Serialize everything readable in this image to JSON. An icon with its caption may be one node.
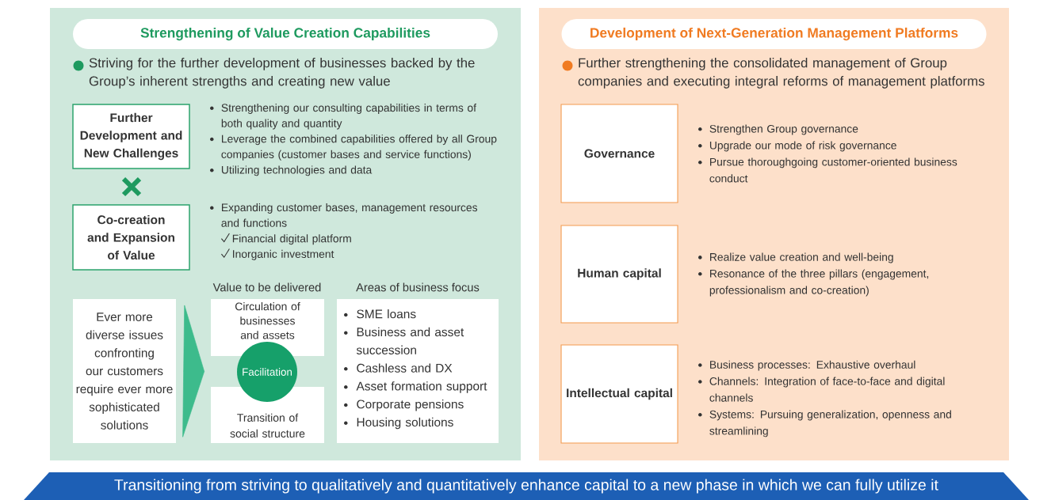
{
  "diagram": {
    "nodes": [
      {
        "text": [
          "Strengthening of Value Creation Capabilities",
          "Striving for the further development of businesses backed by the Group’s inherent strengths and creating new value"
        ]
      },
      {
        "text": [
          "Further Development and New Challenges"
        ],
        "in": 0,
        "beside": [
          "Strengthening our consulting capabilities in terms of both quality and quantity",
          "Leverage the combined capabilities offered by all Group companies (customer bases and service functions)",
          "Utilizing technologies and data"
        ]
      },
      {
        "text": [
          "Co-creation and Expansion of Value"
        ],
        "in": 0,
        "beside": [
          "Expanding customer bases, management resources and functions",
          "Financial digital platform",
          "Inorganic investment"
        ]
      },
      {
        "text": [
          "Ever more diverse issues confronting our customers require ever more sophisticated solutions"
        ],
        "in": 0
      },
      {
        "text": [
          "Circulation of businesses and assets"
        ],
        "in": 0
      },
      {
        "text": [
          "Facilitation"
        ],
        "in": 0
      },
      {
        "text": [
          "Transition of social structure"
        ],
        "in": 0
      },
      {
        "text": [
          "Areas of business focus",
          "SME loans",
          "Business and asset succession",
          "Cashless and DX",
          "Asset formation support",
          "Corporate pensions",
          "Housing solutions"
        ],
        "in": 0
      },
      {
        "text": [
          "Development of Next-Generation Management Platforms",
          "Further strengthening the consolidated management of Group companies and executing integral reforms of management platforms"
        ]
      },
      {
        "text": [
          "Governance"
        ],
        "in": 8,
        "beside": [
          "Strengthen Group governance",
          "Upgrade our mode of risk governance",
          "Pursue thoroughgoing customer-oriented business conduct"
        ]
      },
      {
        "text": [
          "Human capital"
        ],
        "in": 8,
        "beside": [
          "Realize value creation and well-being",
          "Resonance of the three pillars (engagement, professionalism and co-creation)"
        ]
      },
      {
        "text": [
          "Intellectual capital"
        ],
        "in": 8,
        "beside": [
          "Business processes: Exhaustive overhaul",
          "Channels: Integration of face-to-face and digital channels",
          "Systems: Pursuing generalization, openness and streamlining"
        ]
      },
      {
        "text": [
          "Transitioning from striving to qualitatively and quantitatively enhance capital to a new phase in which we can fully utilize it"
        ]
      }
    ],
    "edges": [
      {
        "from": 3,
        "to": 5,
        "arrow": "to"
      }
    ],
    "labels": [
      "Value to be delivered"
    ]
  }
}
